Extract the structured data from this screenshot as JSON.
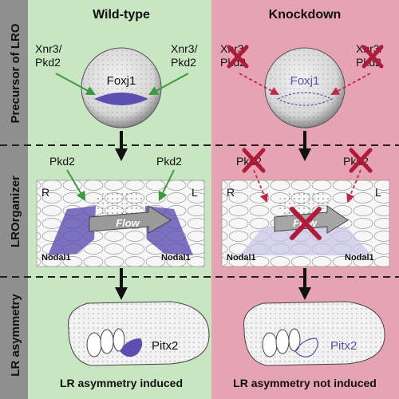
{
  "columns": {
    "wildtype": {
      "title": "Wild-type",
      "bg": "#c8e6c1"
    },
    "knockdown": {
      "title": "Knockdown",
      "bg": "#e6a3b3"
    }
  },
  "rows": {
    "precursor": "Precursor of LRO",
    "organizer": "LROrganizer",
    "asymmetry": "LR asymmetry"
  },
  "labels": {
    "xnr3": "Xnr3/",
    "pkd2": "Pkd2",
    "foxj1": "Foxj1",
    "flow": "Flow",
    "nodal1": "Nodal1",
    "r": "R",
    "l": "L",
    "pitx2": "Pitx2"
  },
  "outcomes": {
    "wildtype": "LR asymmetry induced",
    "knockdown": "LR asymmetry not induced"
  },
  "colors": {
    "expression": "#5b4fb0",
    "green_arrow": "#3d9a3a",
    "red_arrow": "#c0284a",
    "cross": "#b01b3a",
    "label_bar": "#8f8f8f"
  }
}
